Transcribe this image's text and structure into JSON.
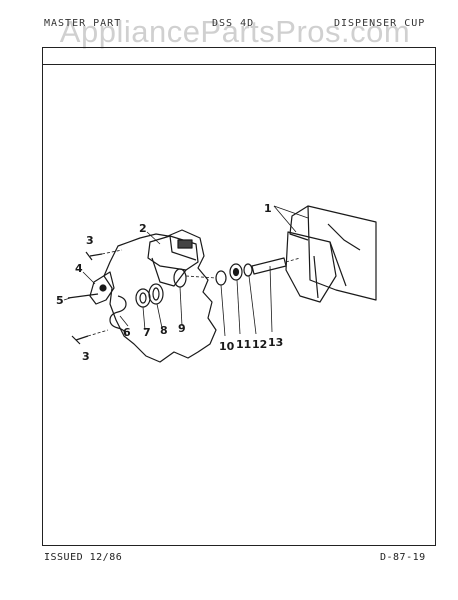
{
  "header": {
    "watermark": "AppliancePartsPros.com",
    "left_text": "MASTER PART",
    "center_text": "DSS 4D",
    "right_text": "DISPENSER CUP"
  },
  "diagram": {
    "callouts": [
      "1",
      "2",
      "3",
      "4",
      "5",
      "6",
      "7",
      "8",
      "9",
      "10",
      "11",
      "12",
      "13",
      "3"
    ]
  },
  "footer": {
    "issued": "ISSUED 12/86",
    "page_code": "D-87-19"
  }
}
